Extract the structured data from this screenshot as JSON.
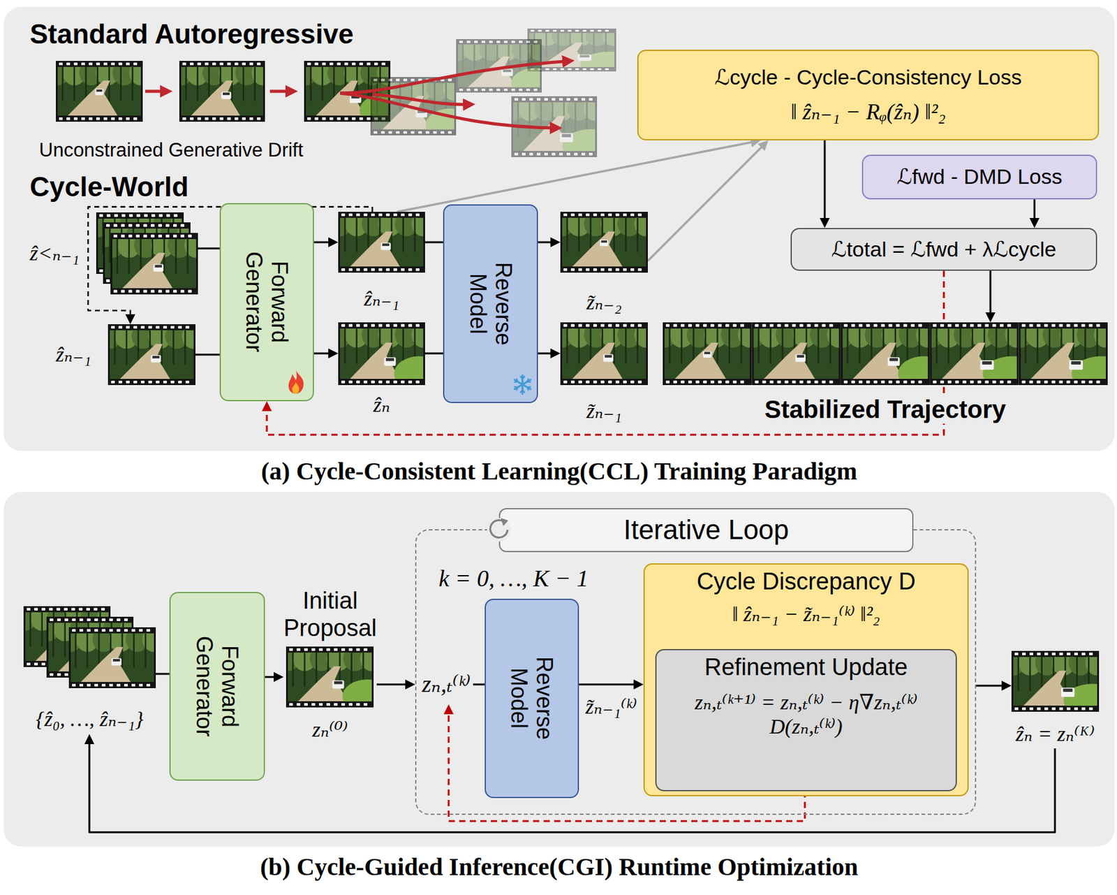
{
  "diagram": {
    "nodes": [
      {
        "text": [
          "(a) Cycle-Consistent Learning(CCL) Training Paradigm"
        ]
      },
      {
        "text": [
          "ẑ<ₙ₋₁"
        ],
        "in": 0
      },
      {
        "text": [
          "ẑₙ₋₁"
        ],
        "in": 0
      },
      {
        "text": [
          "Forward Generator"
        ],
        "in": 0
      },
      {
        "text": [
          "ẑₙ₋₁"
        ],
        "in": 0
      },
      {
        "text": [
          "ẑₙ"
        ],
        "in": 0
      },
      {
        "text": [
          "Reverse Model"
        ],
        "in": 0
      },
      {
        "text": [
          "z̃ₙ₋₂"
        ],
        "in": 0
      },
      {
        "text": [
          "z̃ₙ₋₁"
        ],
        "in": 0
      },
      {
        "text": [
          "ℒcycle - Cycle-Consistency Loss",
          "‖ ẑₙ₋₁ − Rᵩ(ẑₙ) ‖²₂"
        ],
        "in": 0
      },
      {
        "text": [
          "ℒfwd - DMD Loss"
        ],
        "in": 0
      },
      {
        "text": [
          "ℒtotal = ℒfwd + λℒcycle"
        ],
        "in": 0
      },
      {
        "text": [
          "Stabilized Trajectory"
        ],
        "in": 0
      },
      {
        "text": [
          "(b) Cycle-Guided Inference(CGI) Runtime Optimization"
        ]
      },
      {
        "text": [
          "{ẑ₀, …, ẑₙ₋₁}"
        ],
        "in": 13
      },
      {
        "text": [
          "Forward Generator"
        ],
        "in": 13
      },
      {
        "text": [
          "Initial Proposal",
          "zₙ⁽⁰⁾"
        ],
        "in": 13
      },
      {
        "text": [
          "k = 0, …, K − 1"
        ],
        "in": 13
      },
      {
        "text": [
          "Iterative Loop"
        ],
        "in": 17
      },
      {
        "text": [
          "Reverse Model"
        ],
        "in": 17
      },
      {
        "text": [
          "Cycle Discrepancy D",
          "‖ ẑₙ₋₁ − z̃ₙ₋₁⁽ᵏ⁾ ‖²₂"
        ],
        "in": 17
      },
      {
        "text": [
          "Refinement Update",
          "zₙ,ₜ⁽ᵏ⁺¹⁾ = zₙ,ₜ⁽ᵏ⁾ − η∇zₙ,ₜ⁽ᵏ⁾D(zₙ,ₜ⁽ᵏ⁾)"
        ],
        "in": 20
      },
      {
        "text": [
          "ẑₙ = zₙ⁽ᴷ⁾"
        ],
        "in": 13
      }
    ],
    "edges": [
      {
        "from": 1,
        "to": 3,
        "arrow": "none"
      },
      {
        "from": 2,
        "to": 3,
        "arrow": "none"
      },
      {
        "from": 3,
        "to": 4,
        "arrow": "to"
      },
      {
        "from": 3,
        "to": 5,
        "arrow": "to"
      },
      {
        "from": 4,
        "to": 2,
        "arrow": "to"
      },
      {
        "from": 4,
        "to": 6,
        "arrow": "none"
      },
      {
        "from": 5,
        "to": 6,
        "arrow": "none"
      },
      {
        "from": 6,
        "to": 7,
        "arrow": "to"
      },
      {
        "from": 6,
        "to": 8,
        "arrow": "to"
      },
      {
        "from": 4,
        "to": 9,
        "arrow": "to"
      },
      {
        "from": 7,
        "to": 9,
        "arrow": "to"
      },
      {
        "from": 9,
        "to": 11,
        "arrow": "to"
      },
      {
        "from": 10,
        "to": 11,
        "arrow": "to"
      },
      {
        "from": 11,
        "to": 12,
        "arrow": "to"
      },
      {
        "from": 11,
        "to": 3,
        "arrow": "to"
      },
      {
        "from": 14,
        "to": 15,
        "arrow": "none"
      },
      {
        "from": 15,
        "to": 16,
        "arrow": "to"
      },
      {
        "from": 16,
        "to": 17,
        "arrow": "to"
      },
      {
        "from": 19,
        "to": 20,
        "label": "z̃ₙ₋₁⁽ᵏ⁾",
        "arrow": "to"
      },
      {
        "from": 17,
        "to": 22,
        "arrow": "to"
      },
      {
        "from": 22,
        "to": 14,
        "arrow": "to"
      },
      {
        "from": 21,
        "to": 17,
        "arrow": "to"
      }
    ],
    "labels": [
      "Standard Autoregressive",
      "Unconstrained Generative Drift",
      "Cycle-World",
      "zₙ,ₜ⁽ᵏ⁾"
    ]
  }
}
